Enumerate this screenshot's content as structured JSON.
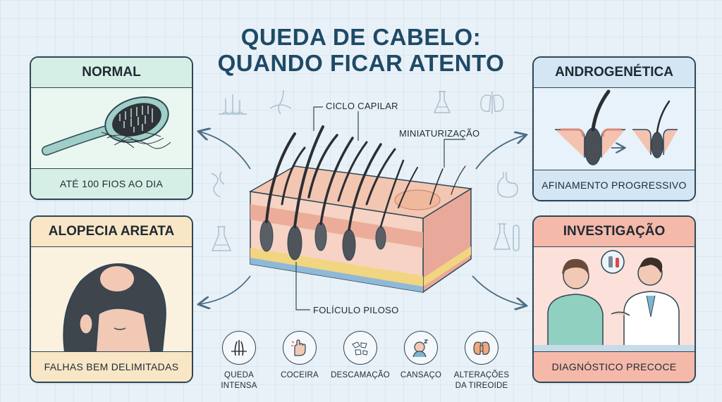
{
  "title": {
    "line1": "QUEDA DE CABELO:",
    "line2": "QUANDO FICAR ATENTO"
  },
  "cards": {
    "normal": {
      "title": "NORMAL",
      "caption": "ATÉ 100 FIOS AO DIA",
      "color": "#d6efe6"
    },
    "alopecia": {
      "title": "ALOPECIA AREATA",
      "caption": "FALHAS BEM DELIMITADAS",
      "color": "#f8e6c6"
    },
    "androgenetica": {
      "title": "ANDROGENÉTICA",
      "caption": "AFINAMENTO PROGRESSIVO",
      "color": "#d4e6f4"
    },
    "investigacao": {
      "title": "INVESTIGAÇÃO",
      "caption": "DIAGNÓSTICO PRECOCE",
      "color": "#f5b9aa"
    }
  },
  "diagram": {
    "label_ciclo": "CICLO CAPILAR",
    "label_miniaturizacao": "MINIATURIZAÇÃO",
    "label_foliculo": "FOLÍCULO PILOSO"
  },
  "symptoms": [
    {
      "line1": "QUEDA",
      "line2": "INTENSA",
      "icon": "hair-follicle-icon"
    },
    {
      "line1": "COCEIRA",
      "line2": "",
      "icon": "scratching-hand-icon"
    },
    {
      "line1": "DESCAMAÇÃO",
      "line2": "",
      "icon": "flakes-icon"
    },
    {
      "line1": "CANSAÇO",
      "line2": "",
      "icon": "tired-person-icon"
    },
    {
      "line1": "ALTERAÇÕES",
      "line2": "DA TIREOIDE",
      "icon": "thyroid-icon"
    }
  ]
}
